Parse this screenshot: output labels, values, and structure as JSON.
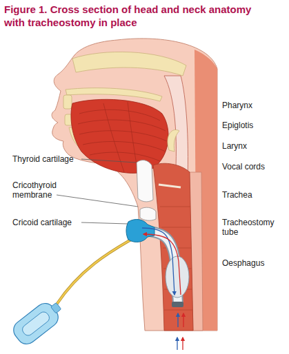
{
  "diagram": {
    "title": "Figure 1. Cross section of head and neck anatomy with tracheostomy in place",
    "labels": [
      "Pharynx",
      "Epiglotis",
      "Larynx",
      "Thyroid cartilage",
      "Vocal cords",
      "Cricothyroid membrane",
      "Trachea",
      "Cricoid cartilage",
      "Tracheostomy tube",
      "Oesphagus"
    ]
  }
}
